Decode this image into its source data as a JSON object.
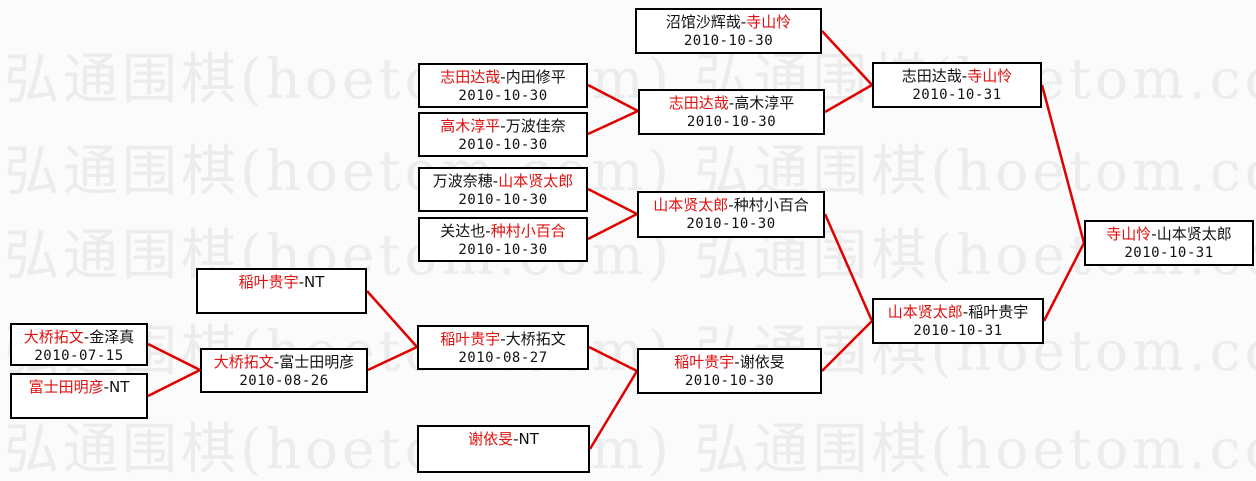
{
  "watermark": {
    "text": "弘通围棋(hoetom.com) 弘通围棋(hoetom.com)",
    "color": "#ececec"
  },
  "colors": {
    "winner_red": "#e01010",
    "line_red": "#e00000",
    "box_border": "#000000",
    "background": "#fbfbfb"
  },
  "matches": [
    {
      "segments": [
        {
          "text": "沼馆沙辉哉-",
          "red": false
        },
        {
          "text": "寺山怜",
          "red": true
        }
      ],
      "date": "2010-10-30"
    },
    {
      "segments": [
        {
          "text": "志田达哉",
          "red": true
        },
        {
          "text": "-内田修平",
          "red": false
        }
      ],
      "date": "2010-10-30"
    },
    {
      "segments": [
        {
          "text": "高木淳平",
          "red": true
        },
        {
          "text": "-万波佳奈",
          "red": false
        }
      ],
      "date": "2010-10-30"
    },
    {
      "segments": [
        {
          "text": "志田达哉",
          "red": true
        },
        {
          "text": "-高木淳平",
          "red": false
        }
      ],
      "date": "2010-10-30"
    },
    {
      "segments": [
        {
          "text": "志田达哉-",
          "red": false
        },
        {
          "text": "寺山怜",
          "red": true
        }
      ],
      "date": "2010-10-31"
    },
    {
      "segments": [
        {
          "text": "万波奈穂-",
          "red": false
        },
        {
          "text": "山本贤太郎",
          "red": true
        }
      ],
      "date": "2010-10-30"
    },
    {
      "segments": [
        {
          "text": "关达也-",
          "red": false
        },
        {
          "text": "种村小百合",
          "red": true
        }
      ],
      "date": "2010-10-30"
    },
    {
      "segments": [
        {
          "text": "山本贤太郎",
          "red": true
        },
        {
          "text": "-种村小百合",
          "red": false
        }
      ],
      "date": "2010-10-30"
    },
    {
      "segments": [
        {
          "text": "寺山怜",
          "red": true
        },
        {
          "text": "-山本贤太郎",
          "red": false
        }
      ],
      "date": "2010-10-31"
    },
    {
      "segments": [
        {
          "text": "稲叶贵宇",
          "red": true
        },
        {
          "text": "-NT",
          "red": false
        }
      ],
      "date": ""
    },
    {
      "segments": [
        {
          "text": "大桥拓文",
          "red": true
        },
        {
          "text": "-金泽真",
          "red": false
        }
      ],
      "date": "2010-07-15"
    },
    {
      "segments": [
        {
          "text": "富士田明彦",
          "red": true
        },
        {
          "text": "-NT",
          "red": false
        }
      ],
      "date": ""
    },
    {
      "segments": [
        {
          "text": "大桥拓文",
          "red": true
        },
        {
          "text": "-富士田明彦",
          "red": false
        }
      ],
      "date": "2010-08-26"
    },
    {
      "segments": [
        {
          "text": "稲叶贵宇",
          "red": true
        },
        {
          "text": "-大桥拓文",
          "red": false
        }
      ],
      "date": "2010-08-27"
    },
    {
      "segments": [
        {
          "text": "稲叶贵宇",
          "red": true
        },
        {
          "text": "-谢依旻",
          "red": false
        }
      ],
      "date": "2010-10-30"
    },
    {
      "segments": [
        {
          "text": "山本贤太郎",
          "red": true
        },
        {
          "text": "-稲叶贵宇",
          "red": false
        }
      ],
      "date": "2010-10-31"
    },
    {
      "segments": [
        {
          "text": "谢依旻",
          "red": true
        },
        {
          "text": "-NT",
          "red": false
        }
      ],
      "date": ""
    }
  ]
}
